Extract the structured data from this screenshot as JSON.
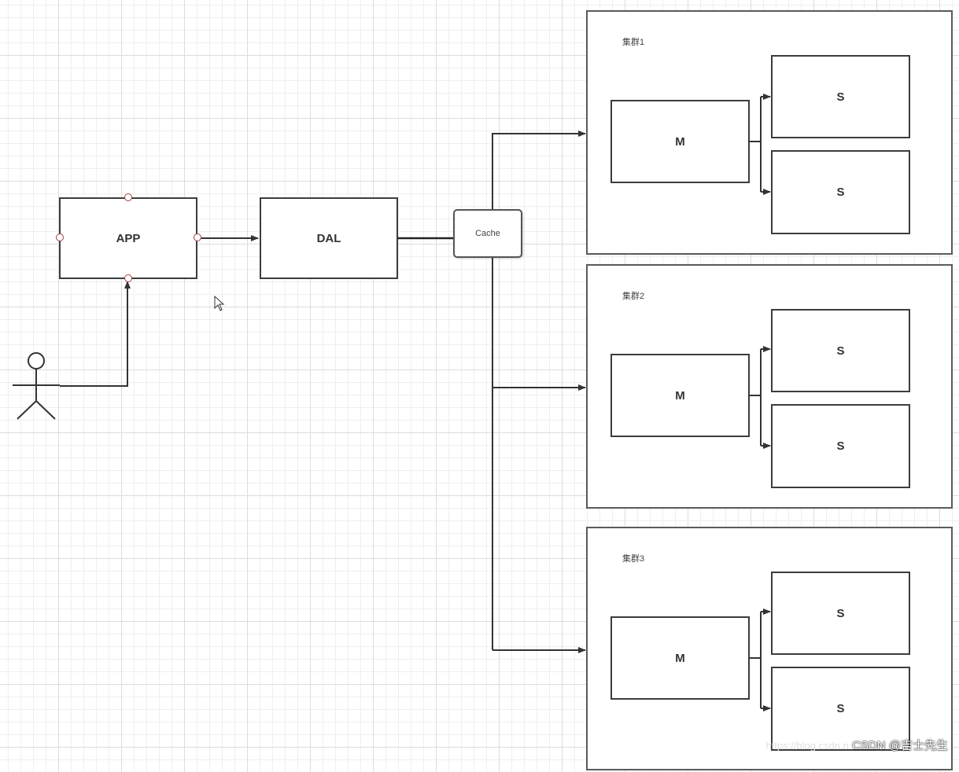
{
  "app": {
    "label": "APP"
  },
  "dal": {
    "label": "DAL"
  },
  "cache": {
    "label": "Cache"
  },
  "clusters": [
    {
      "label": "集群1",
      "master": "M",
      "slaves": [
        "S",
        "S"
      ]
    },
    {
      "label": "集群2",
      "master": "M",
      "slaves": [
        "S",
        "S"
      ]
    },
    {
      "label": "集群3",
      "master": "M",
      "slaves": [
        "S",
        "S"
      ]
    }
  ],
  "watermark": {
    "url": "https://blog.csdn.n",
    "text": "CSDN @吉士先生"
  },
  "colors": {
    "stroke": "#3c3c3c",
    "handle": "#a04040",
    "grid": "#dcdcdc"
  }
}
